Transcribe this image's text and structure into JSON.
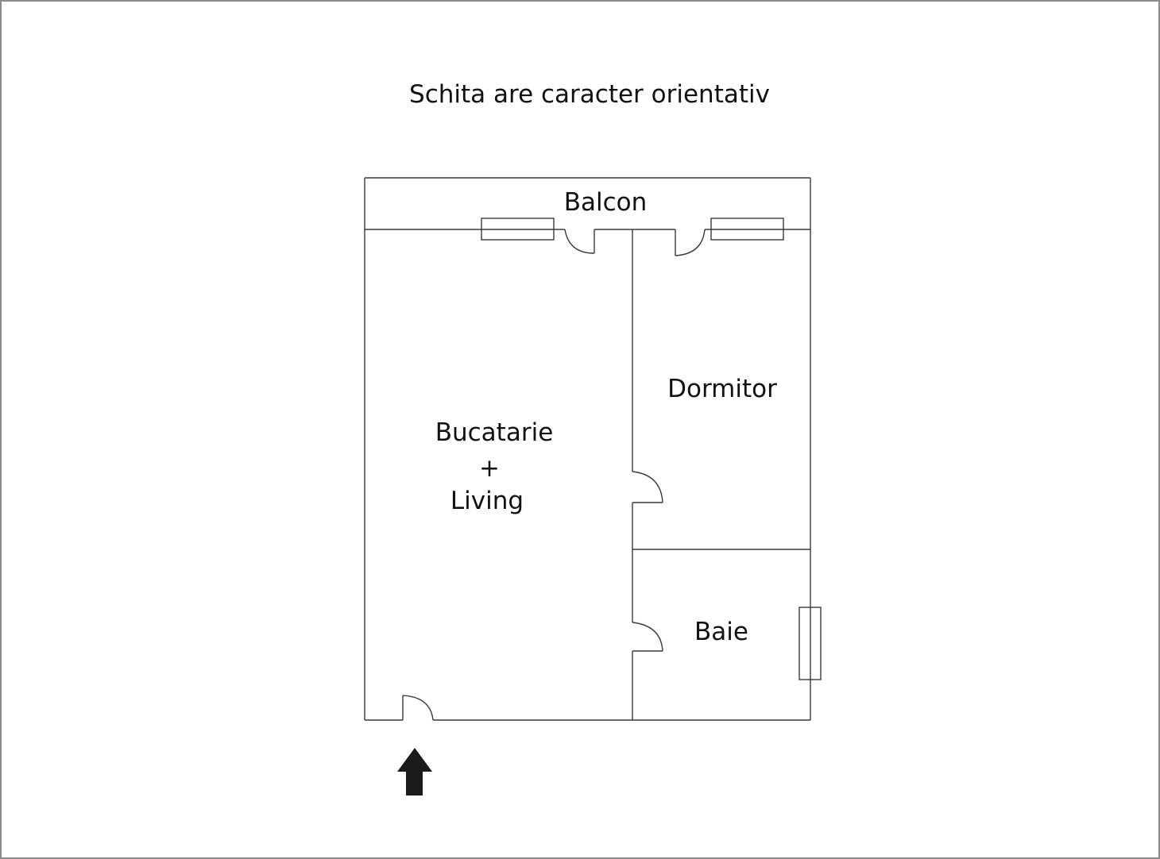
{
  "title": "Schita are caracter orientativ",
  "rooms": {
    "balcon": "Balcon",
    "dormitor": "Dormitor",
    "bucatarie": "Bucatarie",
    "plus": "+",
    "living": "Living",
    "baie": "Baie"
  },
  "icons": {
    "entrance": "arrow-up-icon"
  },
  "colors": {
    "wall": "#3a3a3a",
    "frame": "#8c8c8c",
    "arrow": "#1a1a1a"
  }
}
